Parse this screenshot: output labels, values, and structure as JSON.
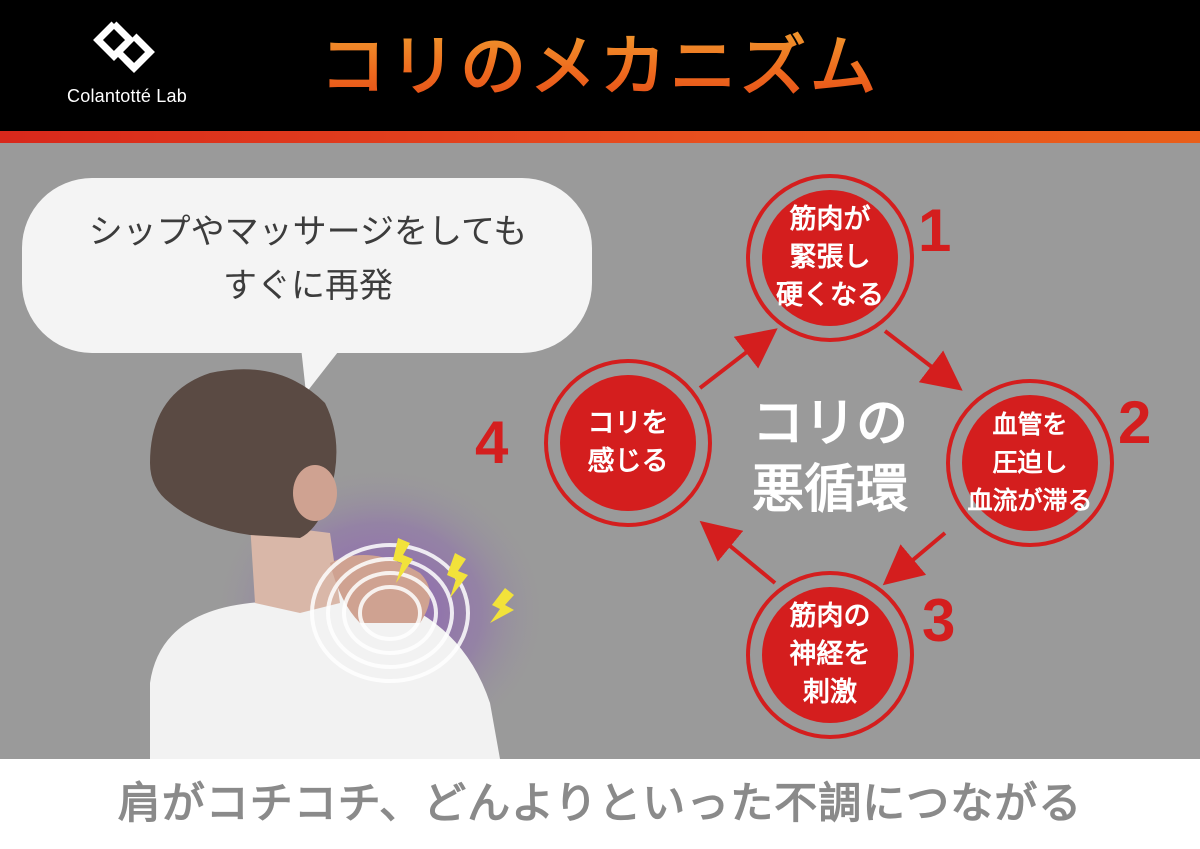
{
  "header": {
    "logo_text": "Colantotté Lab",
    "title": "コリのメカニズム"
  },
  "speech_bubble": {
    "lines": [
      "シップやマッサージをしても",
      "すぐに再発"
    ]
  },
  "cycle": {
    "center_lines": [
      "コリの",
      "悪循環"
    ],
    "steps": [
      {
        "number": "1",
        "lines": [
          "筋肉が",
          "緊張し",
          "硬くなる"
        ]
      },
      {
        "number": "2",
        "lines": [
          "血管を",
          "圧迫し",
          "血流が滞る"
        ]
      },
      {
        "number": "3",
        "lines": [
          "筋肉の",
          "神経を",
          "刺激"
        ]
      },
      {
        "number": "4",
        "lines": [
          "コリを",
          "感じる"
        ]
      }
    ]
  },
  "footer": {
    "text": "肩がコチコチ、どんよりといった不調につながる"
  },
  "colors": {
    "accent_red": "#d41e1e",
    "title_orange": "#ee6a1e",
    "background_gray": "#9a9a9a",
    "header_black": "#000000"
  }
}
